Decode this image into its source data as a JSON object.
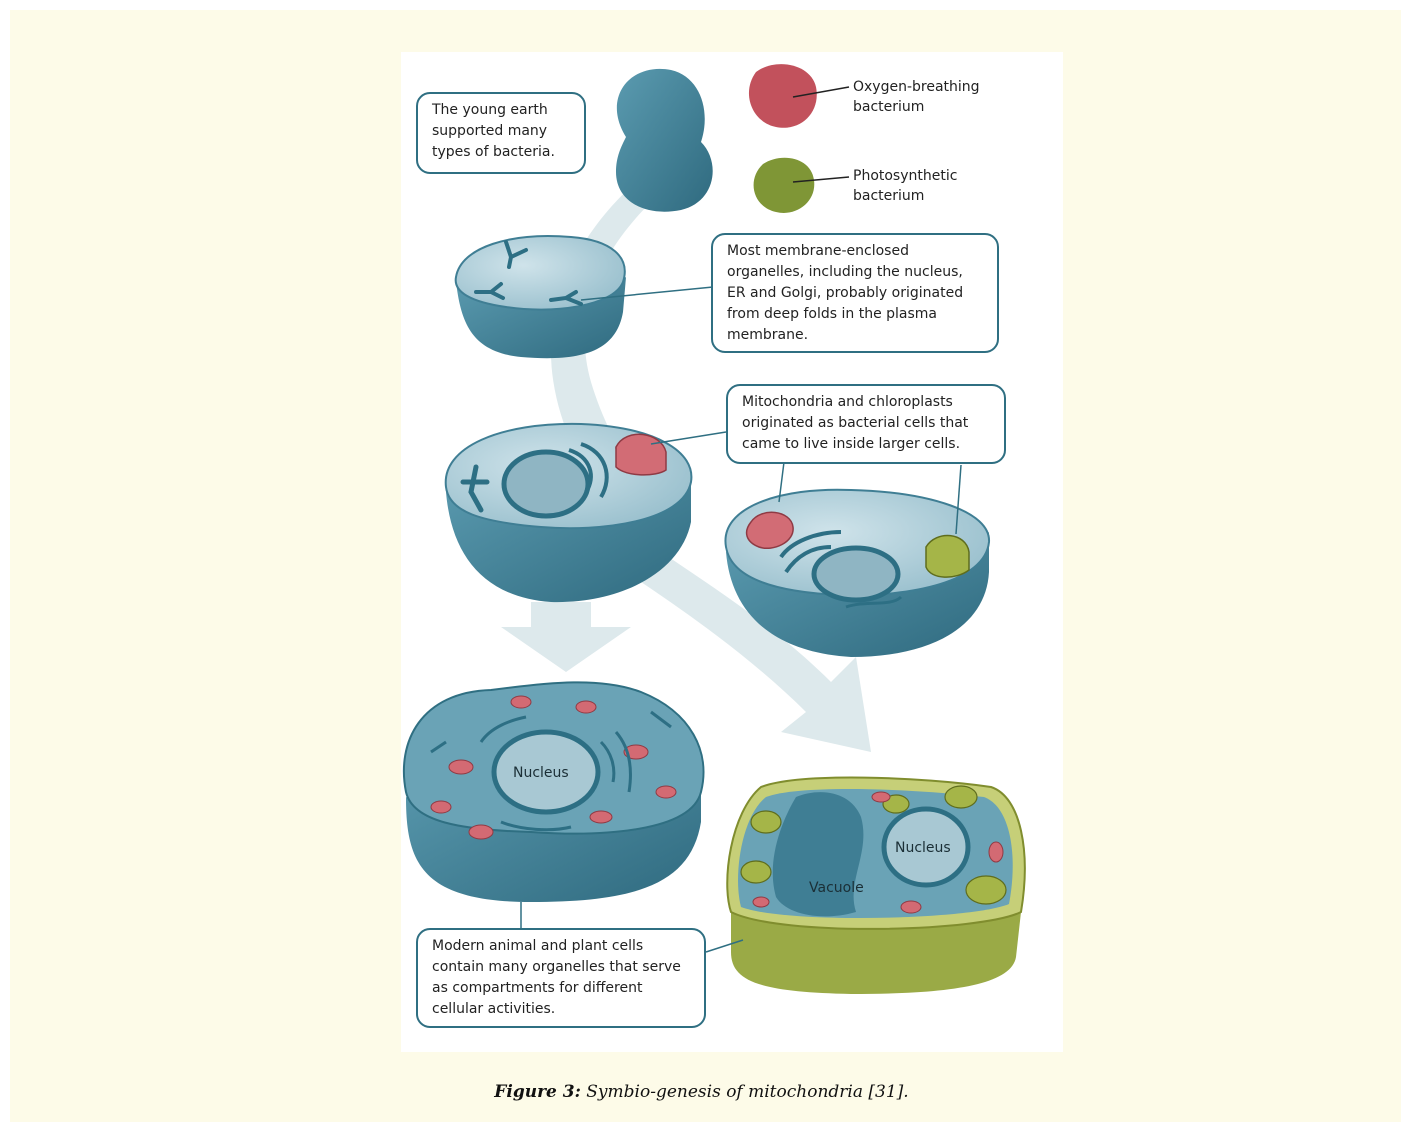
{
  "legend": {
    "oxygen": {
      "line1": "Oxygen-breathing",
      "line2": "bacterium",
      "color": "#c2515c"
    },
    "photo": {
      "line1": "Photosynthetic",
      "line2": "bacterium",
      "color": "#8a9e3a"
    }
  },
  "callouts": {
    "young_earth": "The young earth supported many types of bacteria.",
    "membrane": "Most membrane-enclosed organelles, including the nucleus, ER and Golgi, probably originated from deep folds in the plasma membrane.",
    "mito": "Mitochondria and chloroplasts originated as bacterial cells that came to live inside larger cells.",
    "modern": "Modern animal and plant cells contain many organelles that serve as compartments for different cellular activities."
  },
  "labels": {
    "animal_nucleus": "Nucleus",
    "plant_nucleus": "Nucleus",
    "vacuole": "Vacuole"
  },
  "colors": {
    "cell_body": "#3f7e94",
    "cell_top": "#9cc3d1",
    "cell_wall": "#b9c46a",
    "arrow": "#dde9ec",
    "background": "#fdfbe8"
  },
  "caption": {
    "label": "Figure 3:",
    "text": "Symbio-genesis of mitochondria [31]."
  }
}
